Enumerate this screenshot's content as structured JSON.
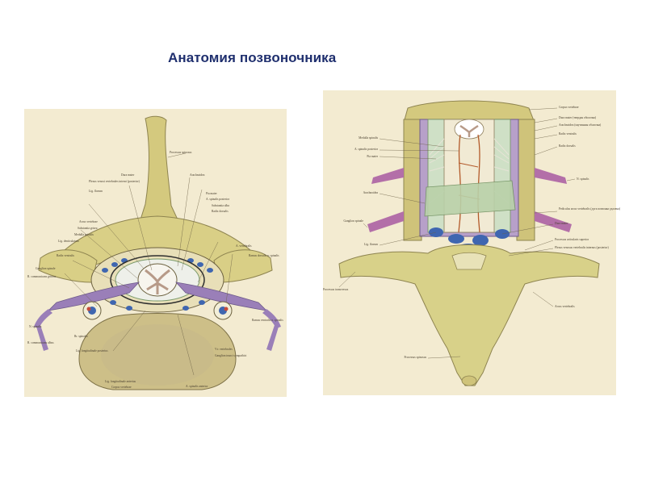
{
  "slide": {
    "title": "Анатомия позвоночника"
  },
  "left_plate": {
    "description_labels": [
      "Processus spinosus",
      "Dura mater",
      "Arachnoidea",
      "Plexus venosi vertebrales interni (posterior)",
      "Lig. flavum",
      "Pia mater",
      "A. spinalis posterior",
      "Substantia alba",
      "Radix dorsalis",
      "Arcus vertebrae",
      "Substantia grisea",
      "Medulla spinalis",
      "Lig. denticulatum",
      "Radix ventralis",
      "A. vertebralis",
      "Ganglion spinale",
      "R. communicans griseus",
      "Ramus dorsalis n. spinalis",
      "N. spinalis",
      "R. communicans albus",
      "Rr. spinales",
      "Ramus ventralis n. spinalis",
      "Lig. longitudinale posterius",
      "Vv. vertebrales",
      "Ganglion trunci sympathici",
      "Lig. longitudinale anterius",
      "Corpus vertebrae",
      "A. spinalis anterior"
    ]
  },
  "right_plate": {
    "description_labels": [
      "Corpus vertebrae",
      "Dura mater (твердая оболочка)",
      "Arachnoidea (паутинная оболочка)",
      "Medulla spinalis",
      "Radix ventralis",
      "A. spinalis posterior",
      "Pia mater",
      "Radix dorsalis",
      "N. spinalis",
      "Arachnoidea",
      "Pediculus arcus vertebralis (дуга позвонка удалена)",
      "Ganglion spinale",
      "Dura mater",
      "Lig. flavum",
      "Processus articularis superior",
      "Plexus venosus vertebralis internus (posterior)",
      "Processus transversus",
      "Arcus vertebralis",
      "Processus spinosus"
    ]
  },
  "colors": {
    "title": "#1f2f6e",
    "plate_bg": "#f3ebd1",
    "bone": "#d9cf86",
    "nerve": "#9a7fb8",
    "vein": "#3f66b0"
  }
}
